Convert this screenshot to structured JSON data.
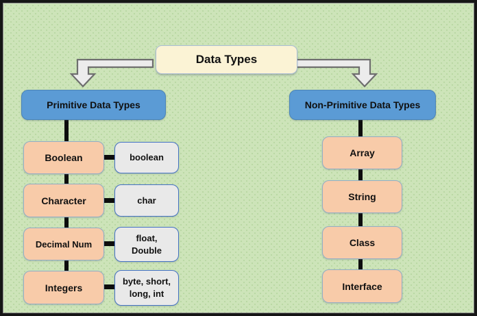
{
  "diagram": {
    "title": "Data Types",
    "left_branch": {
      "label": "Primitive Data Types"
    },
    "right_branch": {
      "label": "Non-Primitive Data Types"
    },
    "primitive_types": [
      {
        "name": "Boolean",
        "keyword": "boolean"
      },
      {
        "name": "Character",
        "keyword": "char"
      },
      {
        "name": "Decimal Num",
        "keyword": "float, Double"
      },
      {
        "name": "Integers",
        "keyword": "byte, short, long, int"
      }
    ],
    "non_primitive_types": [
      "Array",
      "String",
      "Class",
      "Interface"
    ]
  },
  "colors": {
    "background_green": "#cde4b9",
    "background_dot": "#b9d7a3",
    "frame_border": "#161616",
    "root_fill": "#fbf3d5",
    "root_border": "#a9bcd4",
    "branch_fill": "#5b9bd5",
    "type_fill": "#f8cba9",
    "type_border": "#93adc5",
    "keyword_fill": "#e9e9e9",
    "keyword_border": "#4472c4",
    "connector_black": "#0d0d0d",
    "arrow_fill": "#ececec",
    "arrow_stroke": "#6e6e6e",
    "text": "#101010"
  }
}
